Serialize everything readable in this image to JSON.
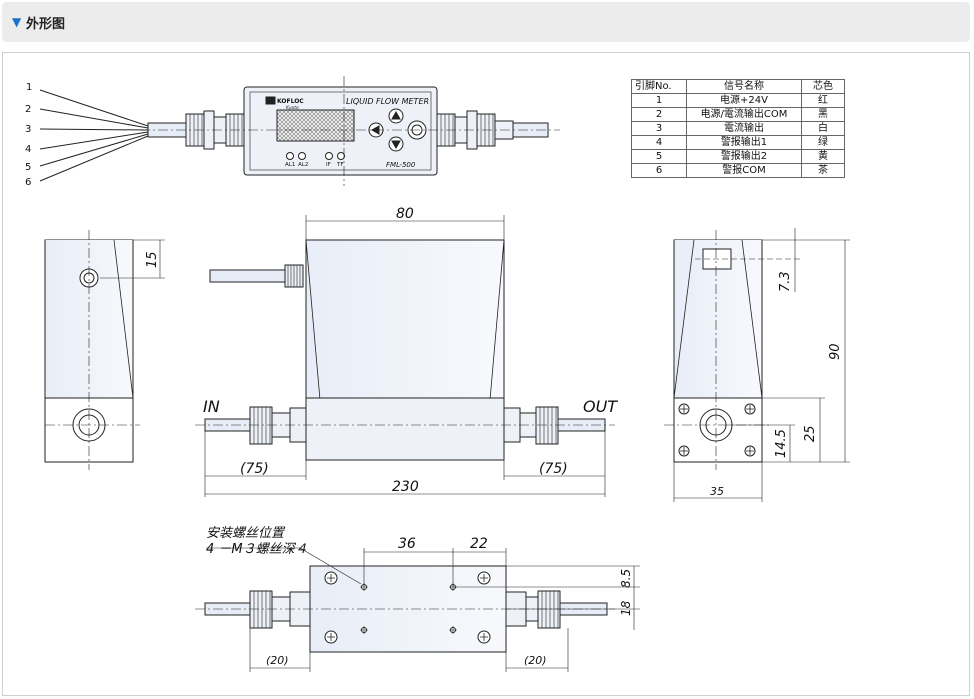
{
  "header": {
    "title": "外形图"
  },
  "front_view": {
    "brand": "KOFLOC",
    "brand_sub": "Kyoto",
    "device_label": "LIQUID FLOW METER",
    "model": "FML-500",
    "led_labels": [
      "AL1",
      "AL2",
      "IF",
      "TF"
    ],
    "lead_numbers": [
      "1",
      "2",
      "3",
      "4",
      "5",
      "6"
    ]
  },
  "pin_table": {
    "headers": [
      "引脚No.",
      "信号名称",
      "芯色"
    ],
    "rows": [
      [
        "1",
        "电源+24V",
        "红"
      ],
      [
        "2",
        "电源/電流输出COM",
        "黑"
      ],
      [
        "3",
        "電流输出",
        "白"
      ],
      [
        "4",
        "警报输出1",
        "绿"
      ],
      [
        "5",
        "警报输出2",
        "黄"
      ],
      [
        "6",
        "警报COM",
        "茶"
      ]
    ]
  },
  "side_view": {
    "dim_15": "15"
  },
  "main_view": {
    "dim_80": "80",
    "label_in": "IN",
    "label_out": "OUT",
    "dim_75_left": "(75)",
    "dim_75_right": "(75)",
    "dim_230": "230"
  },
  "end_view": {
    "dim_7_3": "7.3",
    "dim_90": "90",
    "dim_25": "25",
    "dim_14_5": "14.5",
    "dim_35": "35"
  },
  "bottom_view": {
    "note_line1": "安装螺丝位置",
    "note_line2": "4 －M３螺丝深４",
    "dim_36": "36",
    "dim_22": "22",
    "dim_8_5": "8.5",
    "dim_18": "18",
    "dim_20_left": "(20)",
    "dim_20_right": "(20)"
  }
}
